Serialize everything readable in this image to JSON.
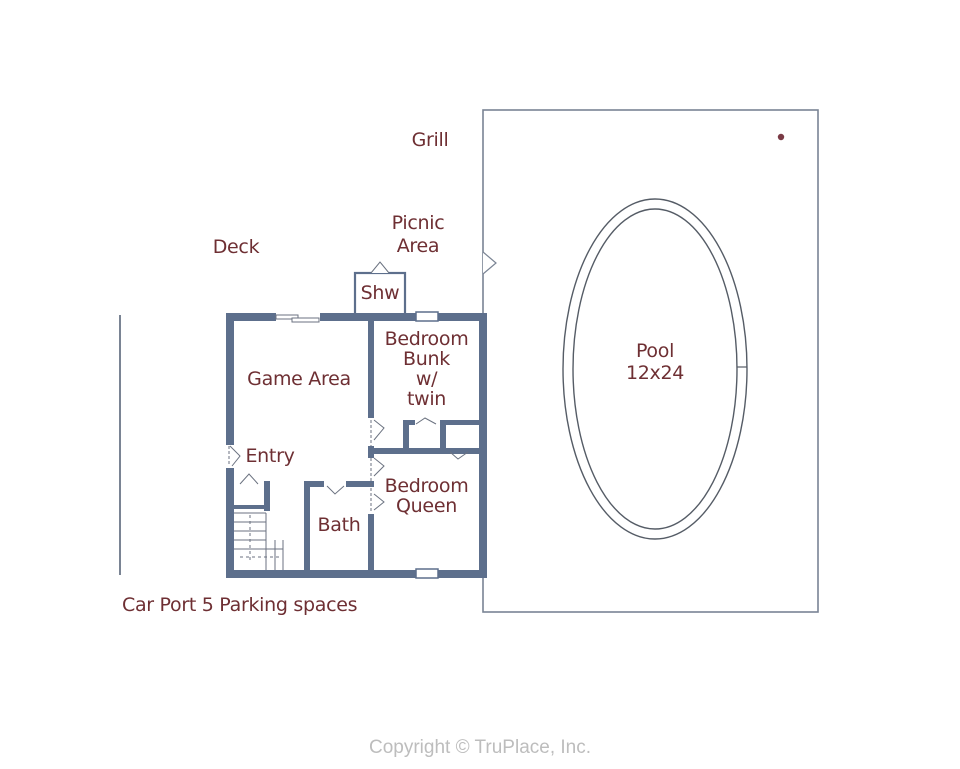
{
  "colors": {
    "wall": "#5d6f8c",
    "outline": "#6f7b8c",
    "label": "#6e2f33",
    "copyright": "#bdbdbd",
    "background": "#ffffff"
  },
  "labels": {
    "grill": "Grill",
    "deck": "Deck",
    "picnic_line1": "Picnic",
    "picnic_line2": "Area",
    "shower": "Shw",
    "game_area": "Game Area",
    "bunk_line1": "Bedroom",
    "bunk_line2": "Bunk",
    "bunk_line3": "w/",
    "bunk_line4": "twin",
    "entry": "Entry",
    "bath": "Bath",
    "queen_line1": "Bedroom",
    "queen_line2": "Queen",
    "carport": "Car Port  5 Parking spaces",
    "pool_line1": "Pool",
    "pool_line2": "12x24"
  },
  "rooms": [
    {
      "name": "Game Area"
    },
    {
      "name": "Bedroom Bunk w/ twin"
    },
    {
      "name": "Entry"
    },
    {
      "name": "Bath"
    },
    {
      "name": "Bedroom Queen"
    },
    {
      "name": "Shw"
    }
  ],
  "outdoor": [
    {
      "name": "Grill"
    },
    {
      "name": "Deck"
    },
    {
      "name": "Picnic Area"
    },
    {
      "name": "Pool",
      "dimensions": "12x24"
    },
    {
      "name": "Car Port",
      "note": "5 Parking spaces"
    }
  ],
  "footer": {
    "copyright": "Copyright © TruPlace, Inc."
  }
}
